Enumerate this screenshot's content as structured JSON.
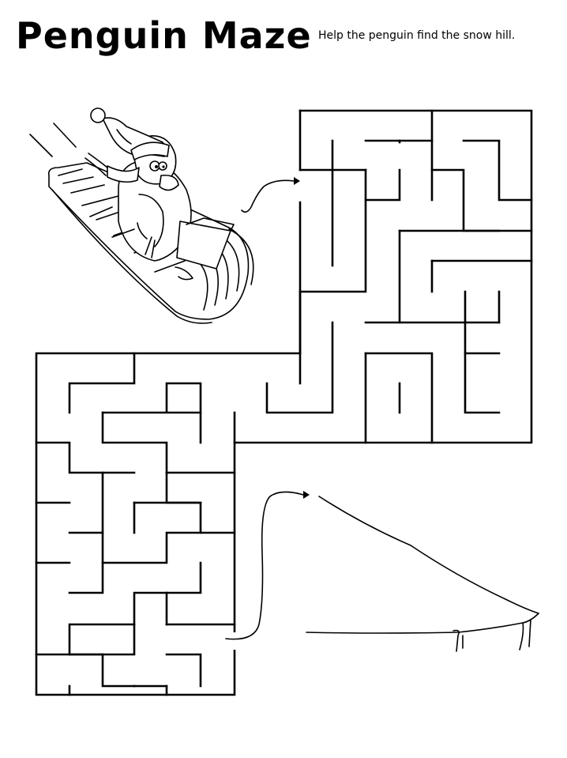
{
  "page": {
    "title": "Penguin Maze",
    "instructions": "Help the penguin find the snow hill."
  },
  "maze": {
    "entrance": "top-right block, upper-left opening",
    "exit": "bottom-left block, right-side opening"
  },
  "illustrations": {
    "start_icon": "penguin-on-sled-icon",
    "goal_icon": "snow-hill-icon"
  },
  "colors": {
    "ink": "#000000",
    "paper": "#ffffff"
  }
}
